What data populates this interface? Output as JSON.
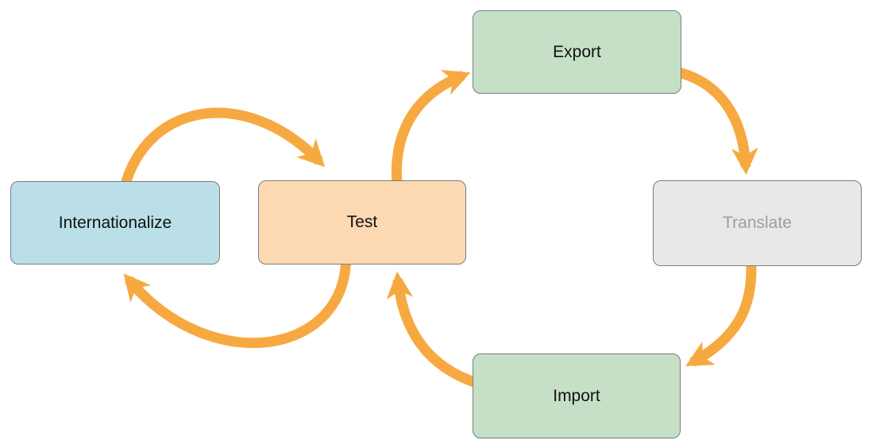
{
  "diagram": {
    "title": "",
    "arrow_color": "#f7a941",
    "border_color": "#7c7c7c",
    "background_color": "#ffffff",
    "nodes": [
      {
        "id": "internationalize",
        "label": "Internationalize",
        "fill": "#badfe9",
        "text_color": "#111111"
      },
      {
        "id": "test",
        "label": "Test",
        "fill": "#fcd9b2",
        "text_color": "#111111"
      },
      {
        "id": "export",
        "label": "Export",
        "fill": "#c6e0c7",
        "text_color": "#111111"
      },
      {
        "id": "translate",
        "label": "Translate",
        "fill": "#e7e9e7",
        "text_color": "#9b9f9e"
      },
      {
        "id": "import",
        "label": "Import",
        "fill": "#c6e0c7",
        "text_color": "#111111"
      }
    ],
    "edges": [
      {
        "from": "Internationalize",
        "to": "Test"
      },
      {
        "from": "Test",
        "to": "Internationalize"
      },
      {
        "from": "Test",
        "to": "Export"
      },
      {
        "from": "Export",
        "to": "Translate"
      },
      {
        "from": "Translate",
        "to": "Import"
      },
      {
        "from": "Import",
        "to": "Test"
      }
    ]
  }
}
